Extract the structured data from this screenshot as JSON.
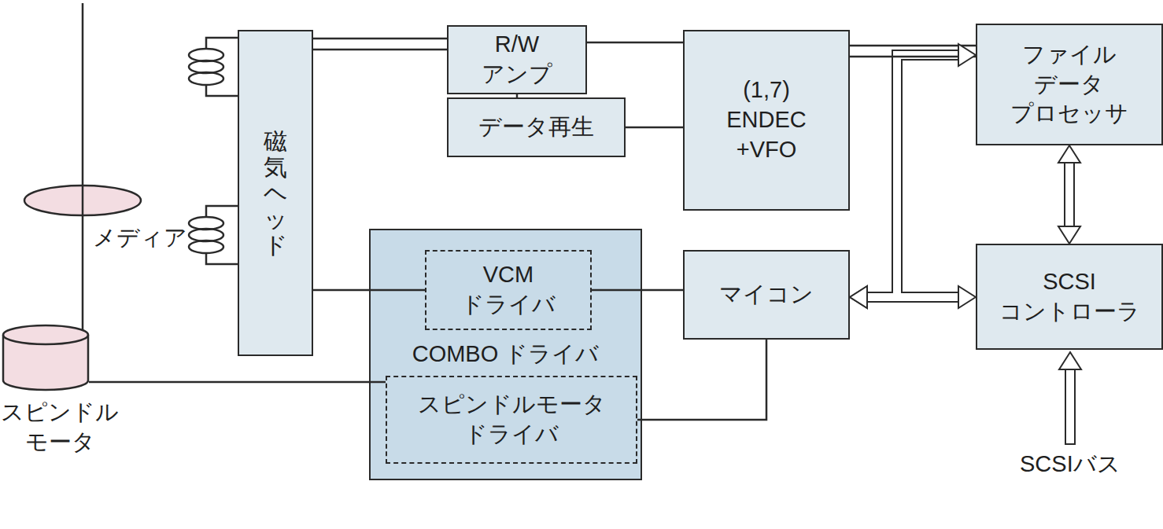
{
  "diagram": {
    "nodes": [
      {
        "text": [
          "磁気ヘッド"
        ]
      },
      {
        "text": [
          "R/W アンプ"
        ]
      },
      {
        "text": [
          "(1,7) ENDEC +VFO"
        ]
      },
      {
        "text": [
          "ファイル データ プロセッサ"
        ]
      },
      {
        "text": [
          "データ再生"
        ]
      },
      {
        "text": [
          "COMBO ドライバ"
        ]
      },
      {
        "text": [
          "VCM ドライバ"
        ],
        "in": 5
      },
      {
        "text": [
          "マイコン"
        ]
      },
      {
        "text": [
          "SCSI コントローラ"
        ]
      },
      {
        "text": [
          "スピンドルモータ ドライバ"
        ],
        "in": 5
      },
      {
        "text": [
          "スピンドル モータ"
        ]
      }
    ],
    "edges": [
      {
        "from": 0,
        "to": 1,
        "arrow": "none"
      },
      {
        "from": 1,
        "to": 2,
        "arrow": "none"
      },
      {
        "from": 1,
        "to": 4,
        "arrow": "none"
      },
      {
        "from": 4,
        "to": 2,
        "arrow": "none"
      },
      {
        "from": 2,
        "to": 3,
        "arrow": "none"
      },
      {
        "from": 0,
        "to": 6,
        "arrow": "none"
      },
      {
        "from": 6,
        "to": 7,
        "arrow": "none"
      },
      {
        "from": 9,
        "to": 7,
        "arrow": "none"
      },
      {
        "from": 10,
        "to": 9,
        "arrow": "none"
      },
      {
        "from": 7,
        "to": 3,
        "arrow": "both"
      },
      {
        "from": 7,
        "to": 8,
        "arrow": "both"
      },
      {
        "from": 3,
        "to": 8,
        "arrow": "both"
      }
    ],
    "labels": [
      "メディア",
      "SCSIバス"
    ]
  }
}
